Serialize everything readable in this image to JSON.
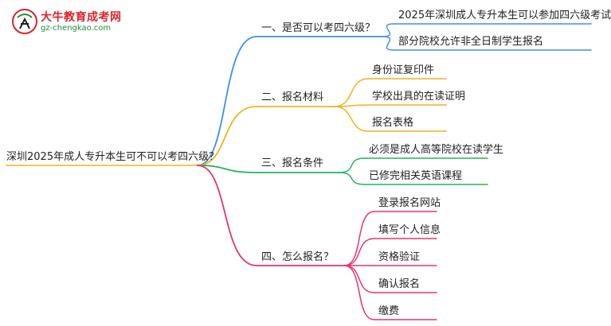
{
  "logo": {
    "title": "大牛教育成考网",
    "url": "gz-chengkao.com",
    "mark_text": "大牛"
  },
  "root": "深圳2025年成人专升本生可不可以考四六级？",
  "colors": {
    "branch1": "#3f8df0",
    "branch2": "#f0b41c",
    "branch3": "#1fb55a",
    "branch4": "#e8336d",
    "root_line": "#f0b41c",
    "logo_red": "#d8262c",
    "logo_green": "#1f8f3a"
  },
  "branches": [
    {
      "label": "一、是否可以考四六级？",
      "children": [
        "2025年深圳成人专升本生可以参加四六级考试",
        "部分院校允许非全日制学生报名"
      ]
    },
    {
      "label": "二、报名材料",
      "children": [
        "身份证复印件",
        "学校出具的在读证明",
        "报名表格"
      ]
    },
    {
      "label": "三、报名条件",
      "children": [
        "必须是成人高等院校在读学生",
        "已修完相关英语课程"
      ]
    },
    {
      "label": "四、怎么报名？",
      "children": [
        "登录报名网站",
        "填写个人信息",
        "资格验证",
        "确认报名",
        "缴费"
      ]
    }
  ]
}
